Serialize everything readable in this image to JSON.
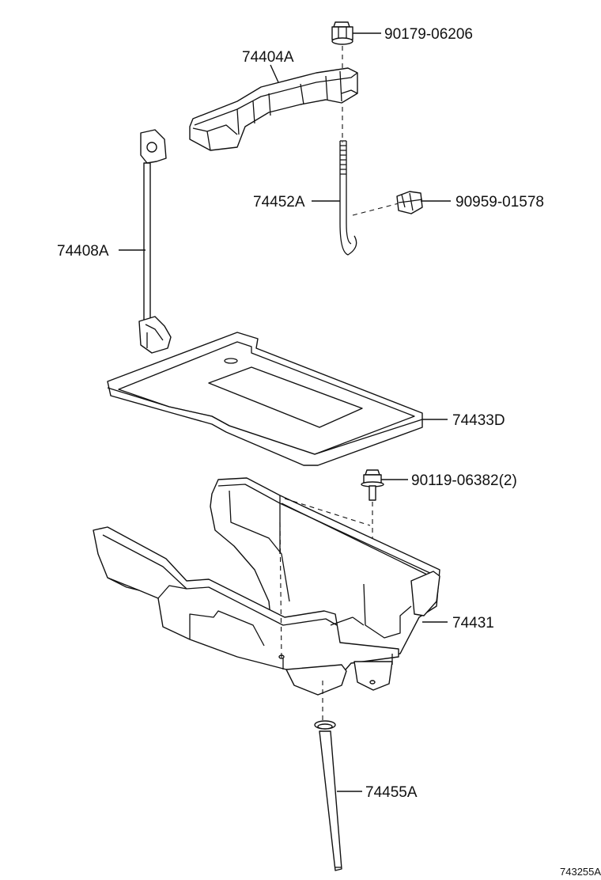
{
  "parts": [
    {
      "id": "p1",
      "label": "90179-06206"
    },
    {
      "id": "p2",
      "label": "74404A"
    },
    {
      "id": "p3",
      "label": "74452A"
    },
    {
      "id": "p4",
      "label": "90959-01578"
    },
    {
      "id": "p5",
      "label": "74408A"
    },
    {
      "id": "p6",
      "label": "74433D"
    },
    {
      "id": "p7",
      "label": "90119-06382(2)"
    },
    {
      "id": "p8",
      "label": "74431"
    },
    {
      "id": "p9",
      "label": "74455A"
    }
  ],
  "reference_code": "743255A"
}
